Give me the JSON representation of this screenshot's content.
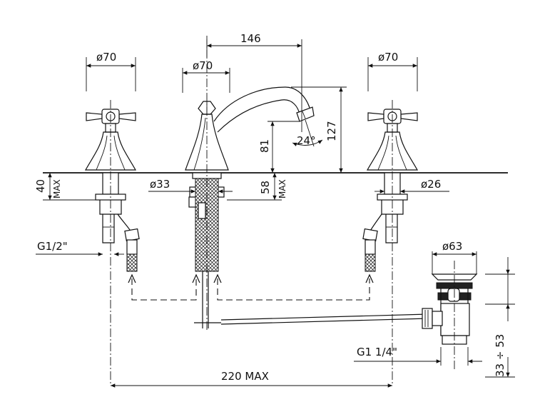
{
  "dimensions": {
    "left_handle_diameter": "ø70",
    "spout_base_diameter": "ø70",
    "right_handle_diameter": "ø70",
    "spout_reach": "146",
    "spout_height": "127",
    "spout_outlet_height": "81",
    "spout_angle": "24°",
    "max_deck_thickness_tap": "40",
    "max_deck_thickness_tap_suffix": "MAX",
    "max_deck_thickness_spout": "58",
    "max_deck_thickness_spout_suffix": "MAX",
    "spout_shank_diameter": "ø33",
    "tap_shank_diameter": "ø26",
    "tap_connection_thread": "G1/2\"",
    "waste_diameter": "ø63",
    "waste_thread": "G1  1/4\"",
    "waste_height_range": "33 ÷ 53",
    "max_centers": "220  MAX"
  },
  "colors": {
    "line": "#111111",
    "background": "#ffffff"
  }
}
